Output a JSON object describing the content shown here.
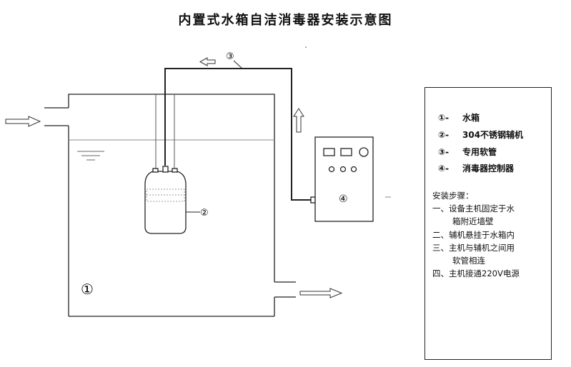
{
  "title": "内置式水箱自洁消毒器安装示意图",
  "markers": {
    "tank": "①",
    "auxiliary": "②",
    "hose": "③",
    "controller": "④"
  },
  "legend": {
    "items": [
      {
        "num": "①-",
        "text": "水箱"
      },
      {
        "num": "②-",
        "text": "304不锈钢辅机"
      },
      {
        "num": "③-",
        "text": "专用软管"
      },
      {
        "num": "④-",
        "text": "消毒器控制器"
      }
    ],
    "steps_title": "安装步骤：",
    "steps": [
      {
        "lines": [
          "一、设备主机固定于水",
          "箱附近墙壁"
        ]
      },
      {
        "lines": [
          "二、辅机悬挂于水箱内"
        ]
      },
      {
        "lines": [
          "三、主机与辅机之间用",
          "软管相连"
        ]
      },
      {
        "lines": [
          "四、主机接通220V电源"
        ]
      }
    ]
  }
}
